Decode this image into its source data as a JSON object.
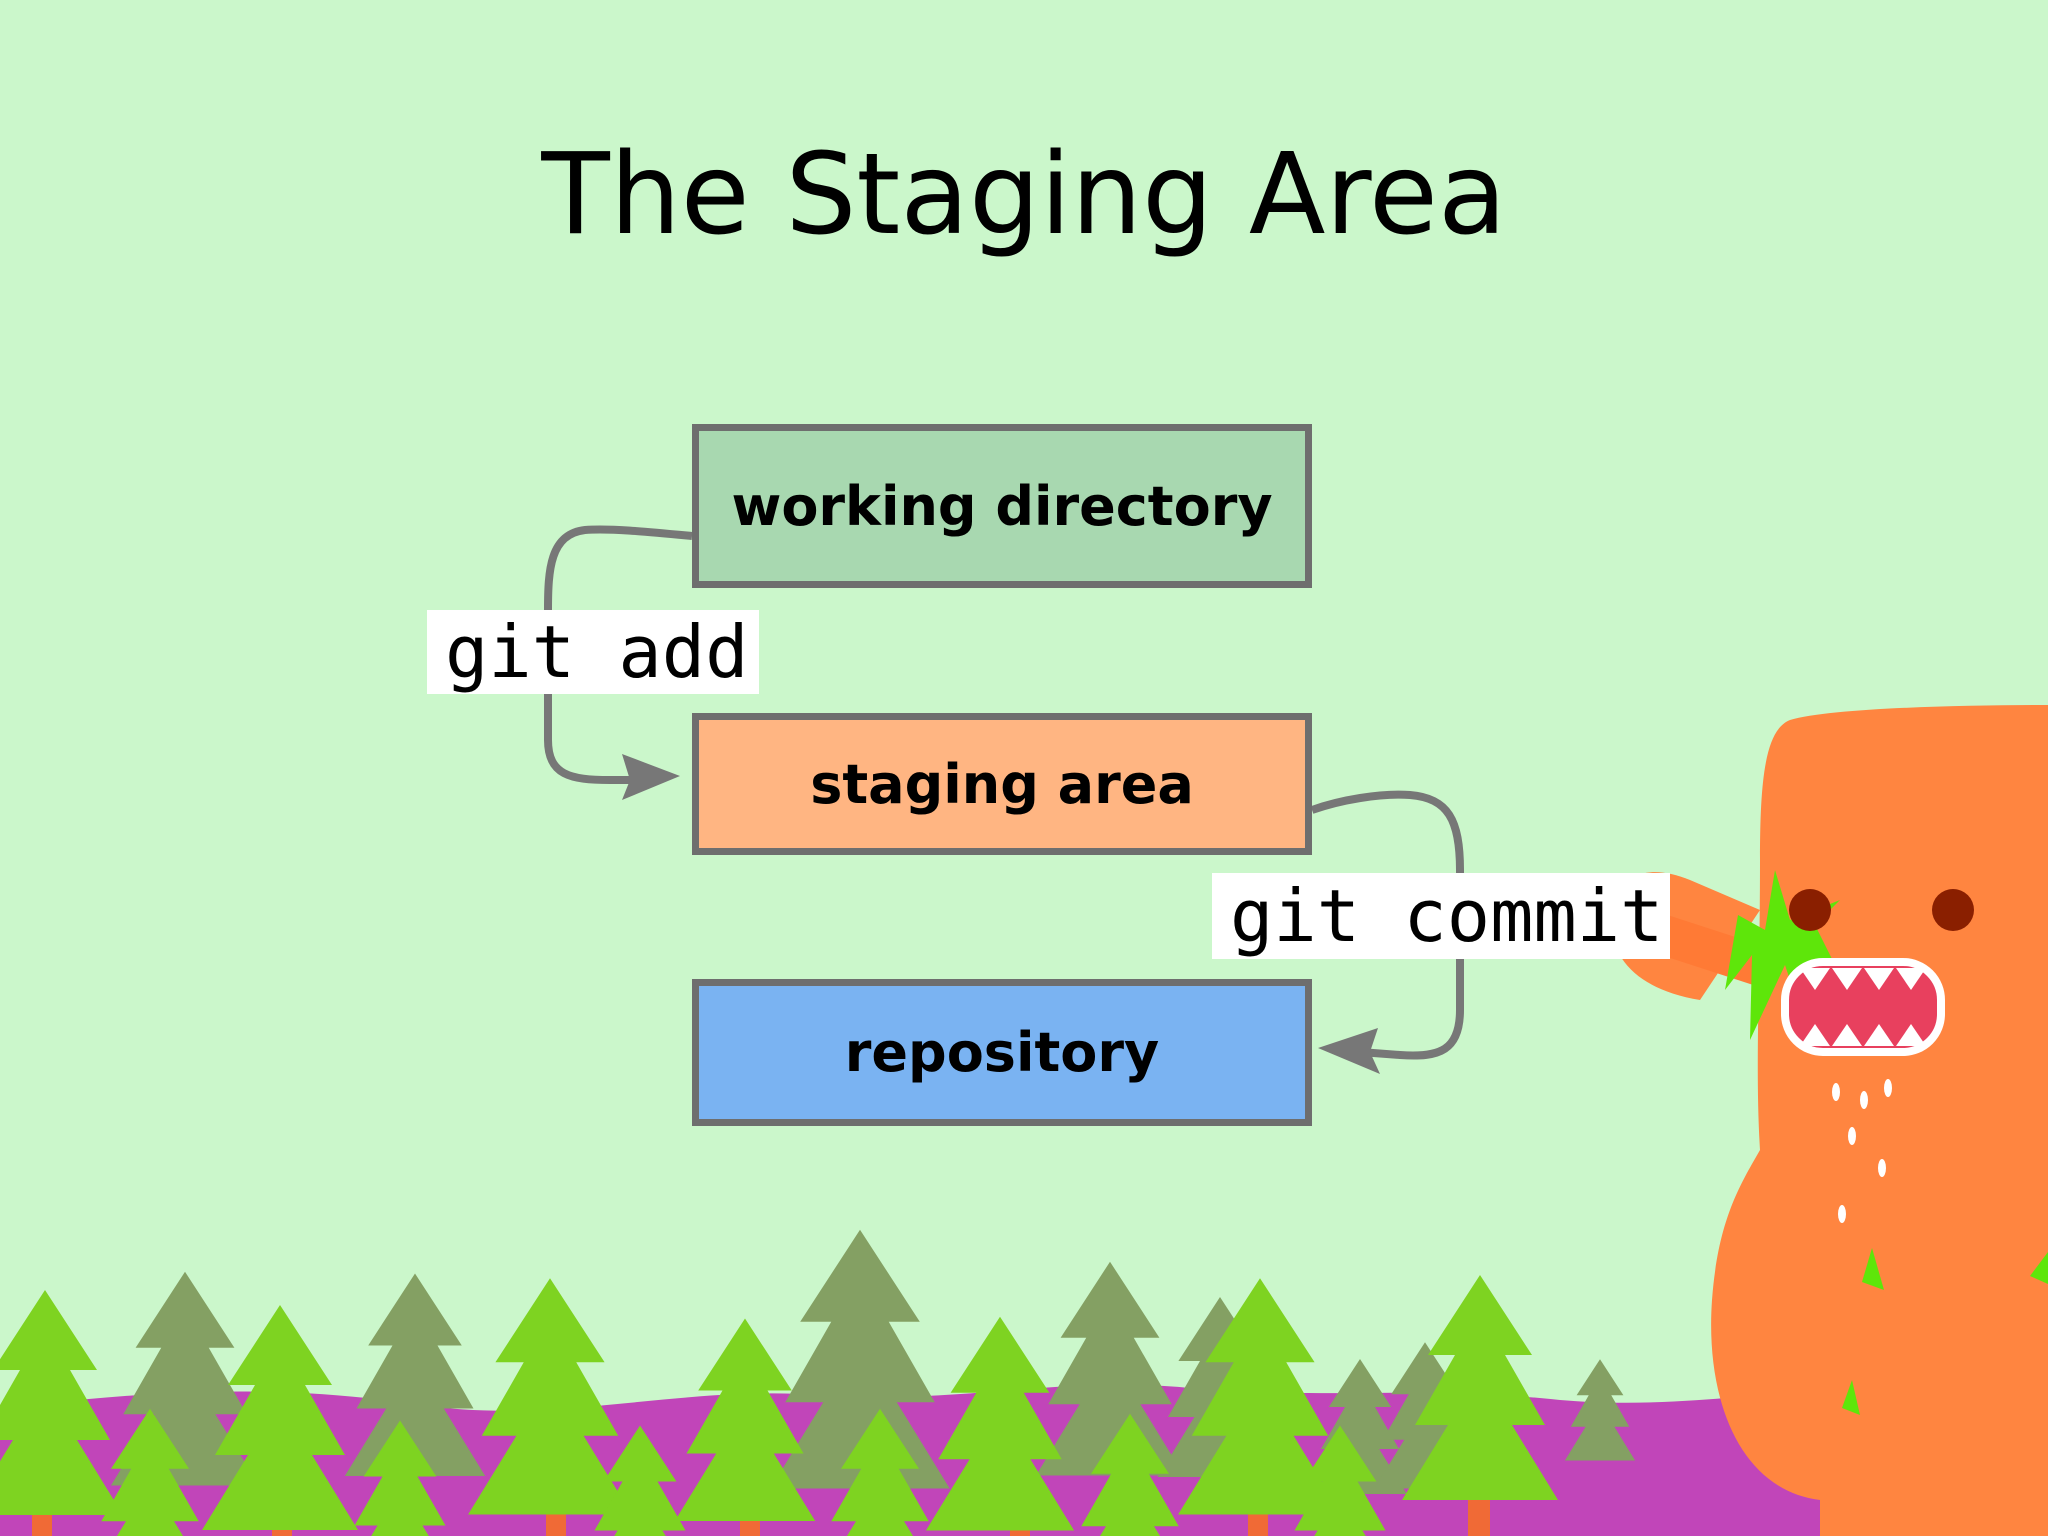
{
  "title": "The Staging Area",
  "diagram": {
    "nodes": [
      {
        "id": "working",
        "label": "working directory",
        "fill": "#a8d8b0"
      },
      {
        "id": "staging",
        "label": "staging area",
        "fill": "#ffb582"
      },
      {
        "id": "repository",
        "label": "repository",
        "fill": "#7ab3f2"
      }
    ],
    "edges": [
      {
        "from": "working",
        "to": "staging",
        "label": "git add"
      },
      {
        "from": "staging",
        "to": "repository",
        "label": "git commit"
      }
    ],
    "edge_color": "#777777"
  },
  "colors": {
    "background": "#cbf7cb",
    "hills": "#c145b9",
    "tree_bright": "#7ed321",
    "tree_olive": "#84a063",
    "trunk": "#f06a36",
    "monster": "#ff8540",
    "monster_eye": "#8a1f00",
    "monster_mouth": "#e8405e"
  },
  "decor": [
    "forest-illustration",
    "orange-monster-illustration"
  ]
}
